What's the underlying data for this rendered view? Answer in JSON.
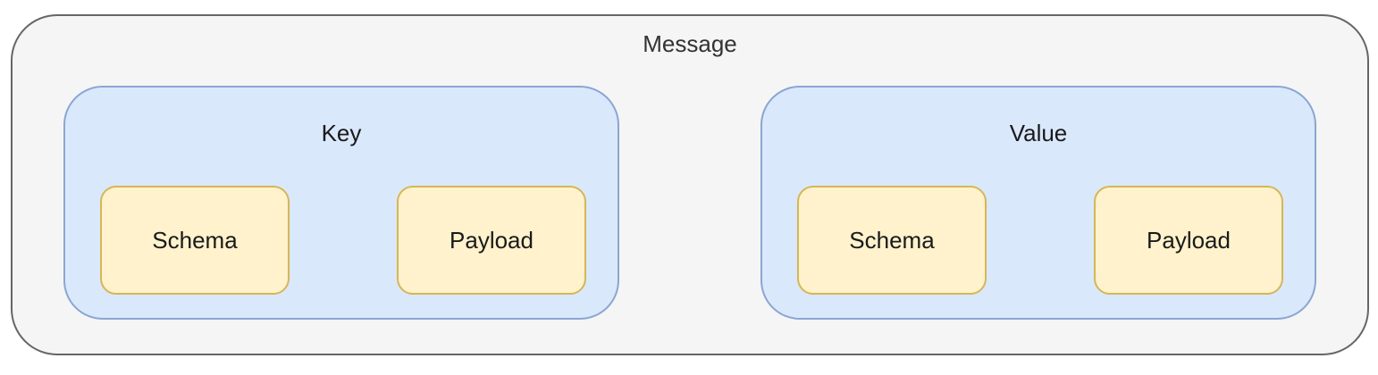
{
  "diagram": {
    "container": {
      "label": "Message"
    },
    "groups": [
      {
        "label": "Key",
        "children": [
          {
            "label": "Schema"
          },
          {
            "label": "Payload"
          }
        ]
      },
      {
        "label": "Value",
        "children": [
          {
            "label": "Schema"
          },
          {
            "label": "Payload"
          }
        ]
      }
    ]
  },
  "colors": {
    "container_fill": "#f5f5f5",
    "container_stroke": "#666666",
    "group_fill": "#dae8fc",
    "group_stroke": "#8aa6d2",
    "leaf_fill": "#fff2cc",
    "leaf_stroke": "#d6b656"
  }
}
